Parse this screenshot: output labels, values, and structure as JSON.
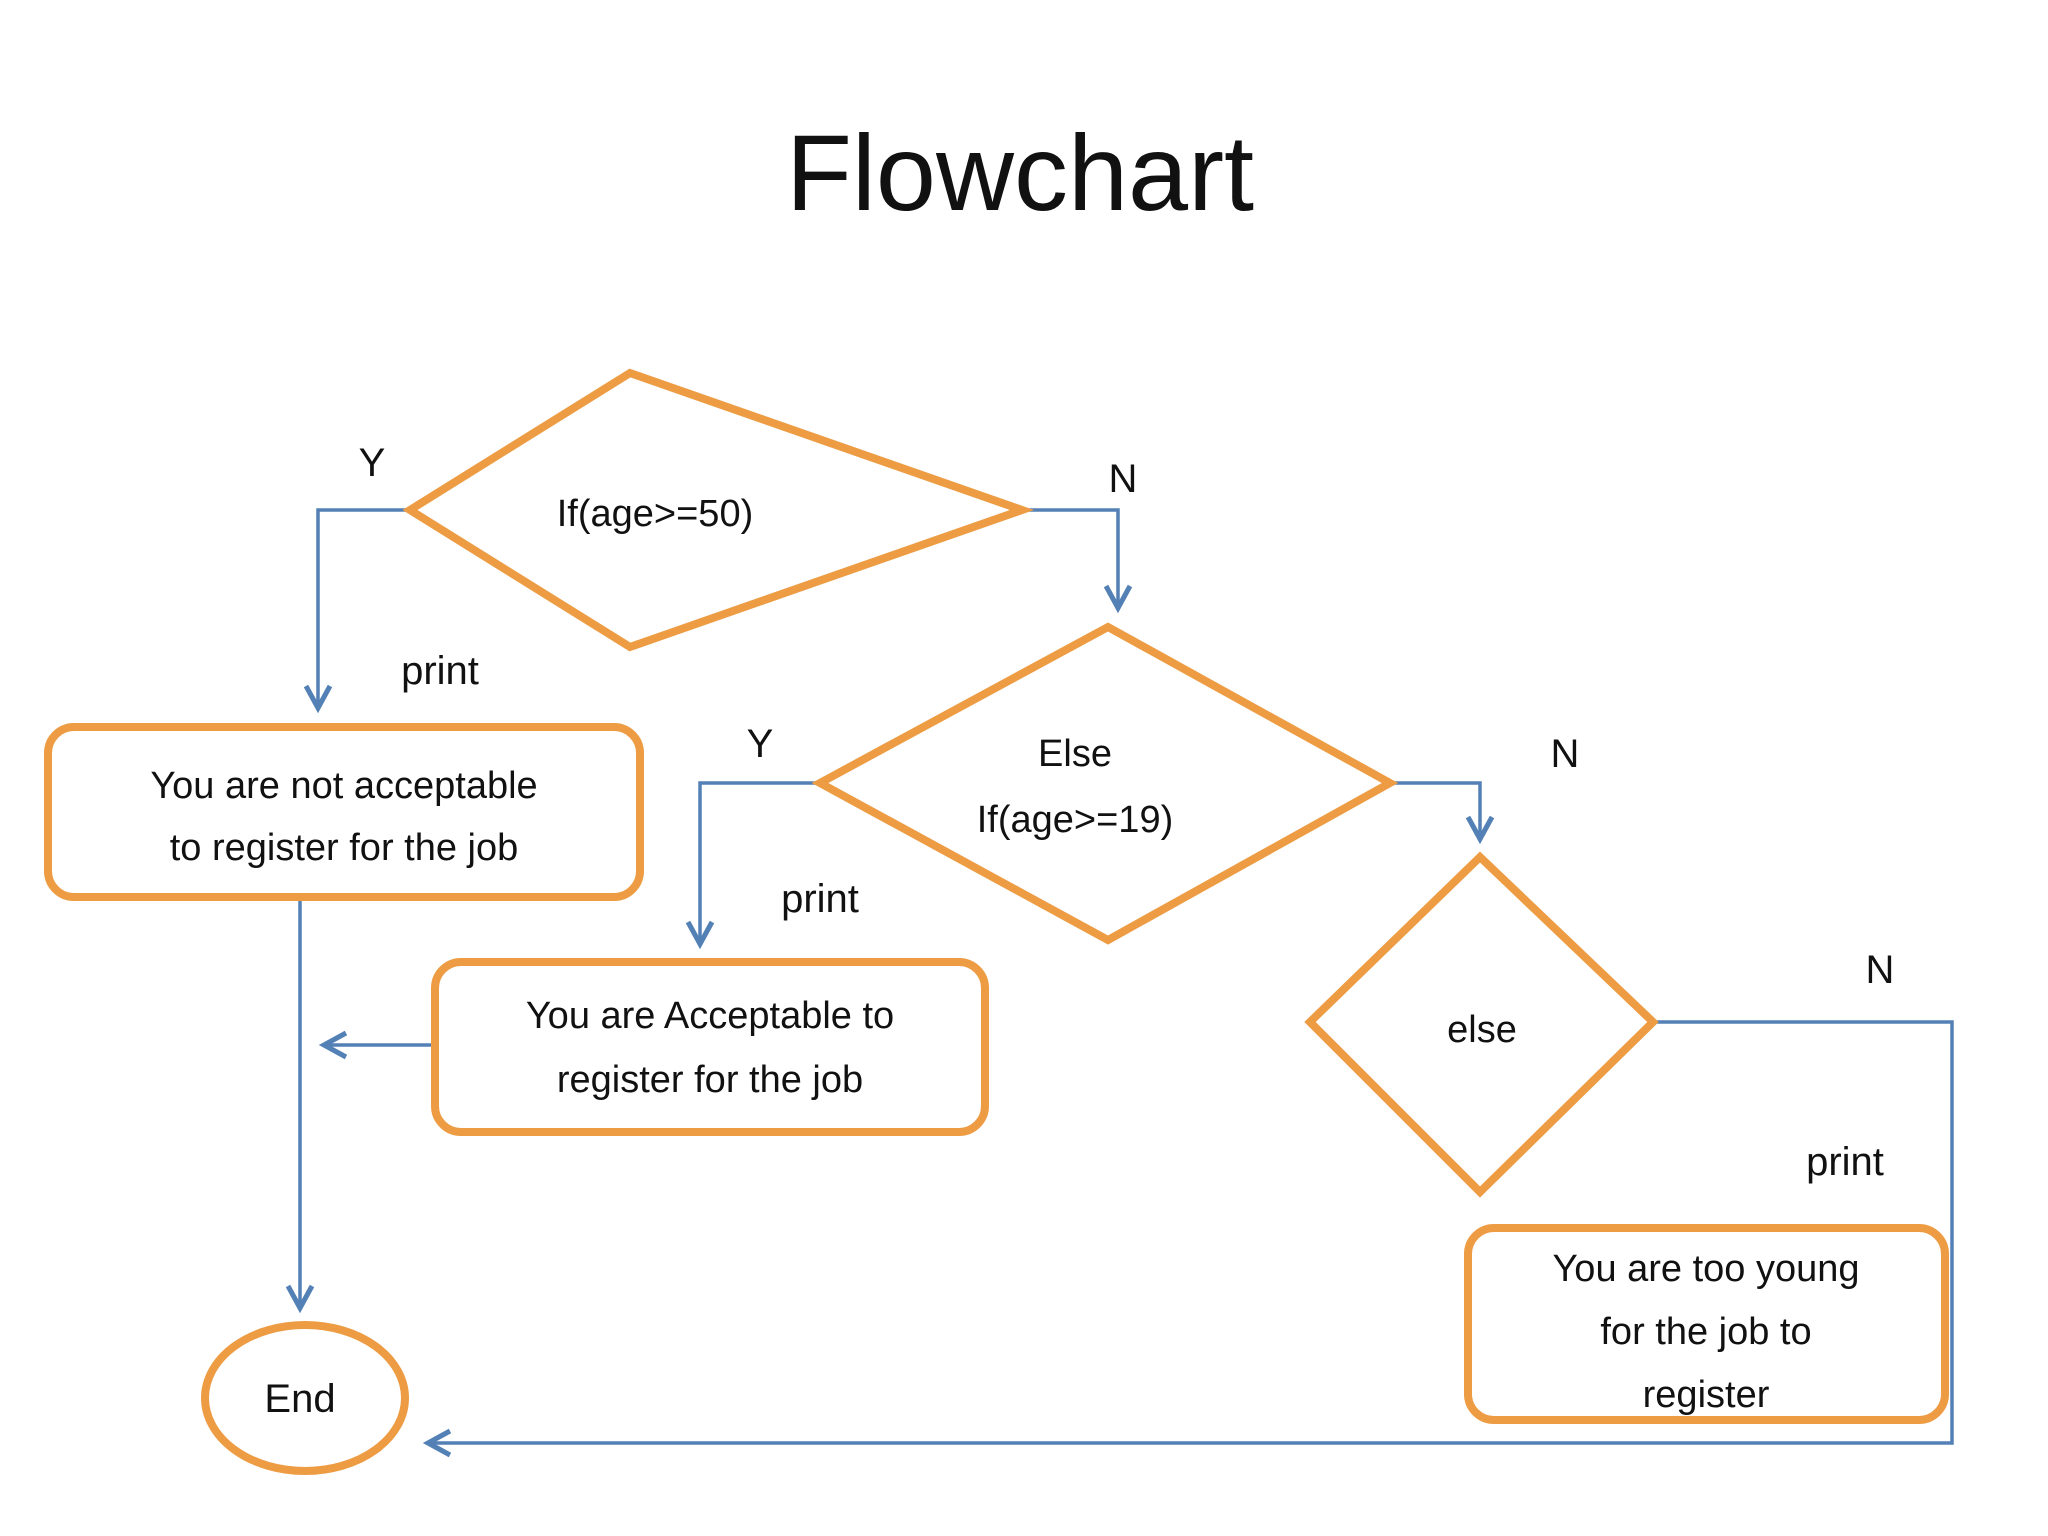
{
  "title": "Flowchart",
  "colors": {
    "shape_stroke": "#ED9C43",
    "connector": "#5380B5",
    "text": "#111111"
  },
  "nodes": {
    "decision_age_50": {
      "label": "If(age>=50)"
    },
    "decision_age_19": {
      "line1": "Else",
      "line2": "If(age>=19)"
    },
    "decision_else": {
      "label": "else"
    },
    "box_not_acceptable": {
      "line1": "You are not acceptable",
      "line2": "to register for the job"
    },
    "box_acceptable": {
      "line1": "You are Acceptable to",
      "line2": "register for the job"
    },
    "box_too_young": {
      "line1": "You are too young",
      "line2": "for  the job to",
      "line3": "register"
    },
    "end_terminator": {
      "label": "End"
    }
  },
  "edge_labels": {
    "d1_yes": "Y",
    "d1_no": "N",
    "d1_print": "print",
    "d2_yes": "Y",
    "d2_no": "N",
    "d2_print": "print",
    "d3_no": "N",
    "d3_print": "print"
  }
}
